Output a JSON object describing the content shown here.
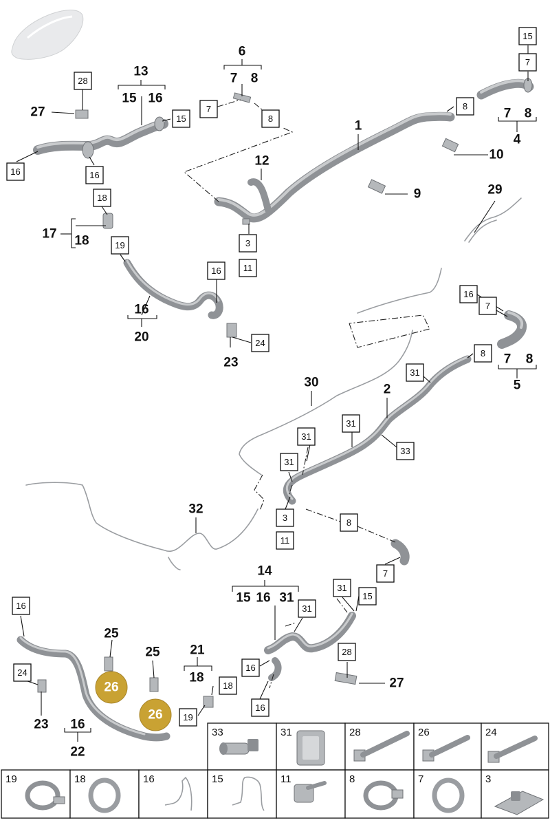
{
  "labels": {
    "c1": "1",
    "c2": "2",
    "c4": "4",
    "c5": "5",
    "c6": "6",
    "c7a": "7",
    "c8a": "8",
    "c9": "9",
    "c10": "10",
    "c12": "12",
    "c13": "13",
    "c15a": "15",
    "c16a": "16",
    "c16b": "16",
    "c14": "14",
    "c15b": "15",
    "c16c": "16",
    "c31c": "31",
    "c16d": "16",
    "c17": "17",
    "c18a": "18",
    "c18b": "18",
    "c20": "20",
    "c21": "21",
    "c22": "22",
    "c23a": "23",
    "c23b": "23",
    "c25a": "25",
    "c25b": "25",
    "c27a": "27",
    "c27b": "27",
    "c29": "29",
    "c30": "30",
    "c32": "32",
    "c7b": "7",
    "c8b": "8",
    "c7c": "7",
    "c8c": "8"
  },
  "boxes": {
    "b1": "28",
    "b2": "16",
    "b3": "16",
    "b4": "18",
    "b5": "19",
    "b6": "16",
    "b7": "24",
    "b8": "15",
    "b9": "7",
    "b10": "8",
    "b11": "3",
    "b12": "11",
    "b13": "8",
    "b14": "15",
    "b15": "7",
    "b16": "16",
    "b17": "7",
    "b18": "8",
    "b19": "31",
    "b20": "31",
    "b21": "31",
    "b22": "31",
    "b23": "33",
    "b24": "3",
    "b25": "11",
    "b26": "8",
    "b27": "7",
    "b28": "31",
    "b29": "15",
    "b30": "31",
    "b31": "16",
    "b32": "16",
    "b33": "18",
    "b34": "19",
    "b35": "28",
    "b36": "24",
    "b37": "16"
  },
  "gold": {
    "g1": "26",
    "g2": "26"
  },
  "parts_row1": [
    "33",
    "31",
    "28",
    "26",
    "24"
  ],
  "parts_row2": [
    "19",
    "18",
    "16",
    "15",
    "11",
    "8",
    "7",
    "3"
  ]
}
